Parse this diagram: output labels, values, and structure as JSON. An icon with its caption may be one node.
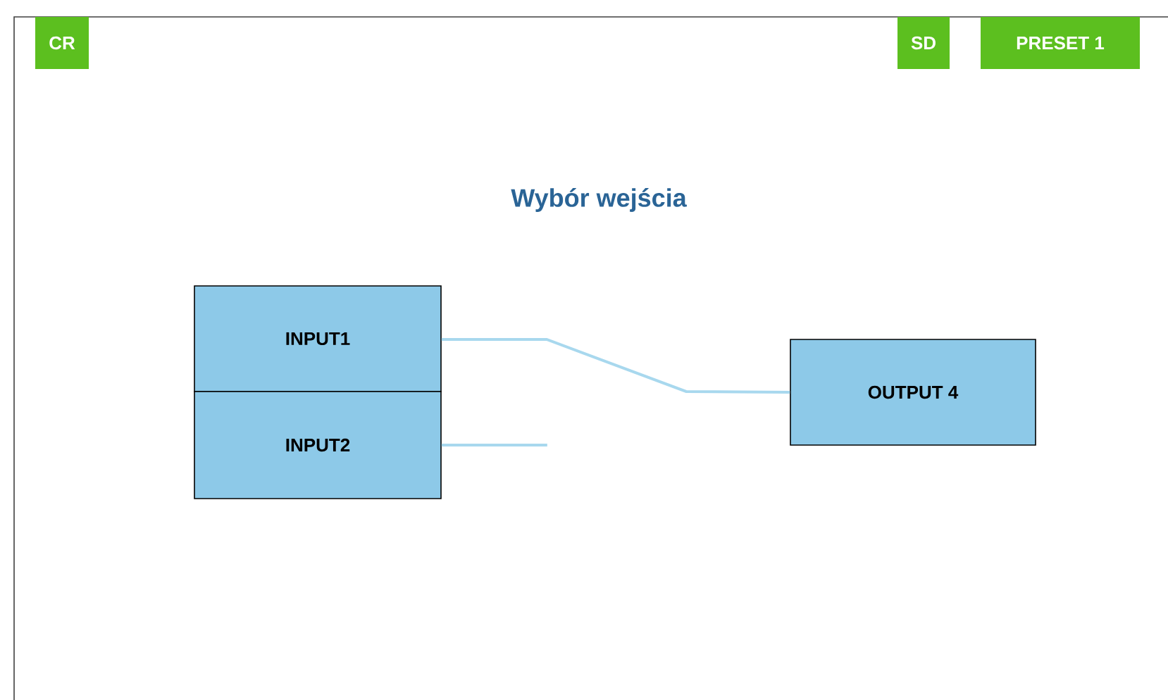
{
  "diagram": {
    "title": "Wybór wejścia",
    "nodes": [
      {
        "text": [
          "CR"
        ]
      },
      {
        "text": [
          "SD"
        ]
      },
      {
        "text": [
          "PRESET 1"
        ]
      },
      {
        "text": [
          "INPUT1"
        ]
      },
      {
        "text": [
          "INPUT2"
        ]
      },
      {
        "text": [
          "OUTPUT 4"
        ]
      }
    ],
    "edges": [
      {
        "from": 3,
        "to": 5,
        "arrow": "none"
      },
      {
        "from": 4,
        "to": null,
        "arrow": "none"
      }
    ]
  }
}
